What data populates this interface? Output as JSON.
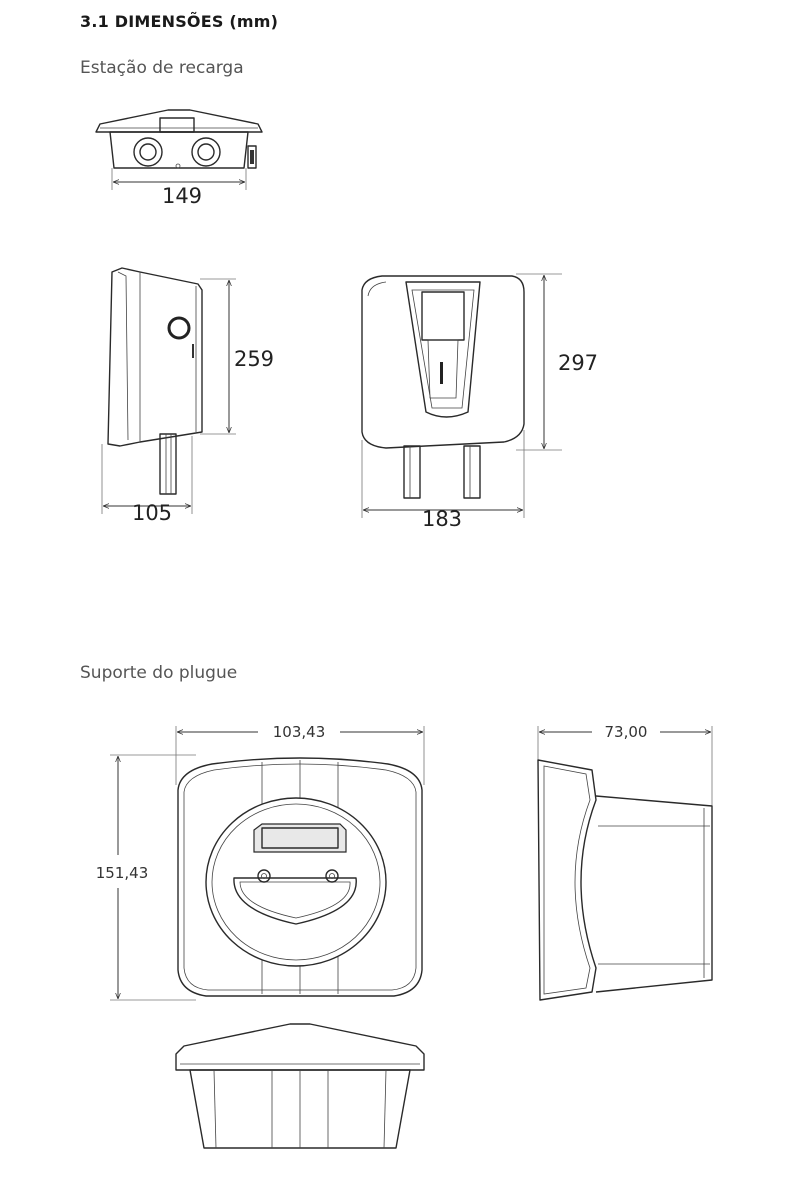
{
  "section": {
    "title": "3.1 DIMENSÕES (mm)"
  },
  "charging_station": {
    "label": "Estação de recarga",
    "dim_top_width": "149",
    "dim_side_height": "259",
    "dim_side_depth": "105",
    "dim_front_height": "297",
    "dim_front_width": "183"
  },
  "plug_holder": {
    "label": "Suporte do plugue",
    "dim_front_width": "103,43",
    "dim_front_height": "151,43",
    "dim_side_depth": "73,00"
  }
}
